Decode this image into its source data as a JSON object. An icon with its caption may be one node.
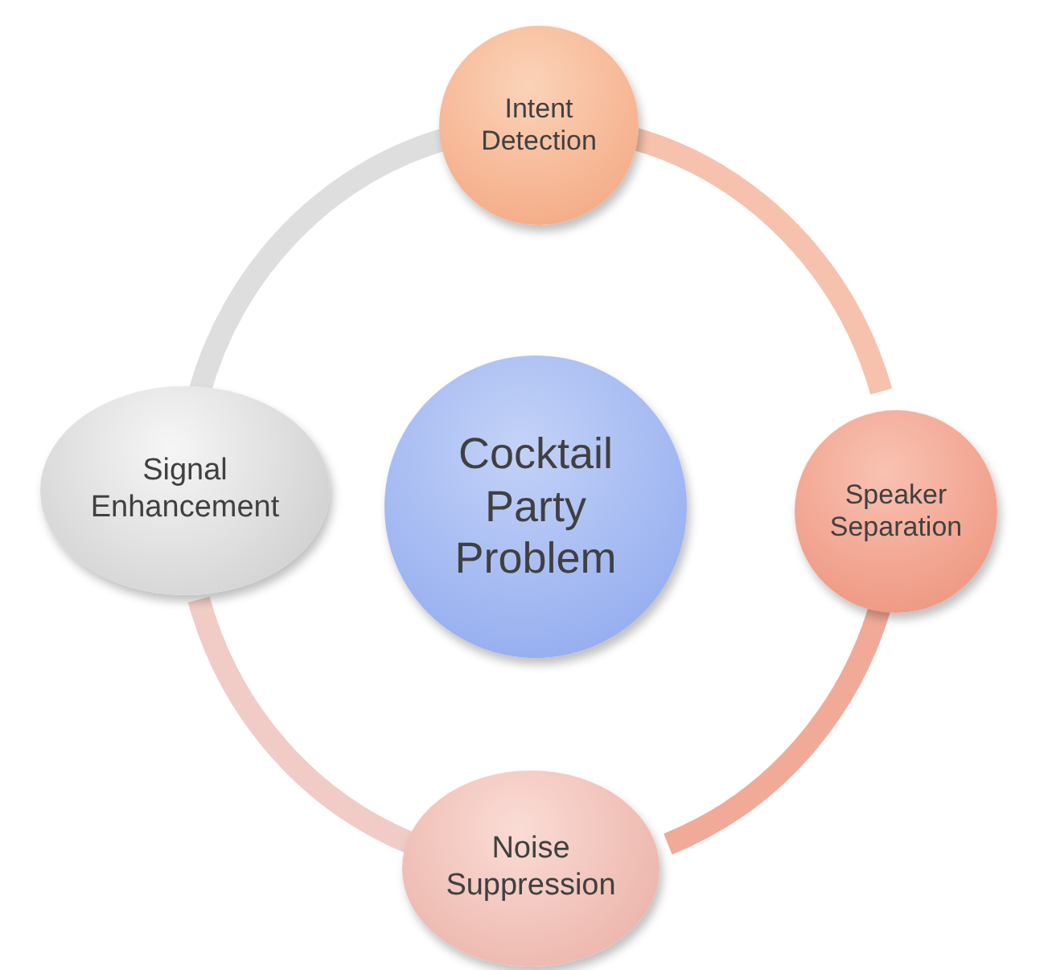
{
  "diagram": {
    "nodes": [
      {
        "text": [
          "Intent Detection"
        ]
      },
      {
        "text": [
          "Signal Enhancement"
        ]
      },
      {
        "text": [
          "Cocktail Party Problem"
        ]
      },
      {
        "text": [
          "Speaker Separation"
        ]
      },
      {
        "text": [
          "Noise Suppression"
        ]
      }
    ],
    "edges": [
      {
        "from": 0,
        "to": 3,
        "arrow": "none",
        "color": "#f6c2ad"
      },
      {
        "from": 3,
        "to": 4,
        "arrow": "none",
        "color": "#f2aa98"
      },
      {
        "from": 4,
        "to": 1,
        "arrow": "none",
        "color": "#f1cbc6"
      },
      {
        "from": 1,
        "to": 0,
        "arrow": "none",
        "color": "#dedede"
      }
    ]
  }
}
